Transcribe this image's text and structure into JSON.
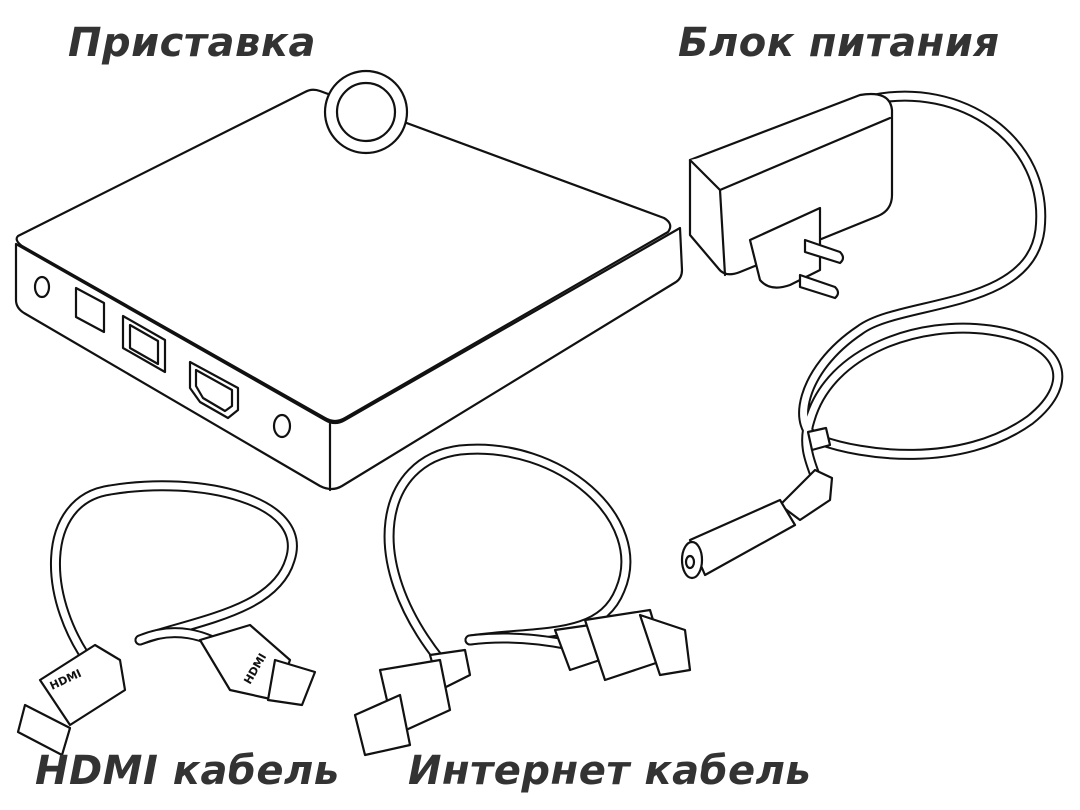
{
  "labels": {
    "set_top_box": "Приставка",
    "power_supply": "Блок питания",
    "hdmi_cable": "HDMI кабель",
    "ethernet_cable": "Интернет кабель"
  },
  "connector_text": {
    "hdmi_left": "HDMI",
    "hdmi_right": "HDMI"
  },
  "colors": {
    "label": "#333333",
    "line": "#111111",
    "background": "#ffffff"
  }
}
